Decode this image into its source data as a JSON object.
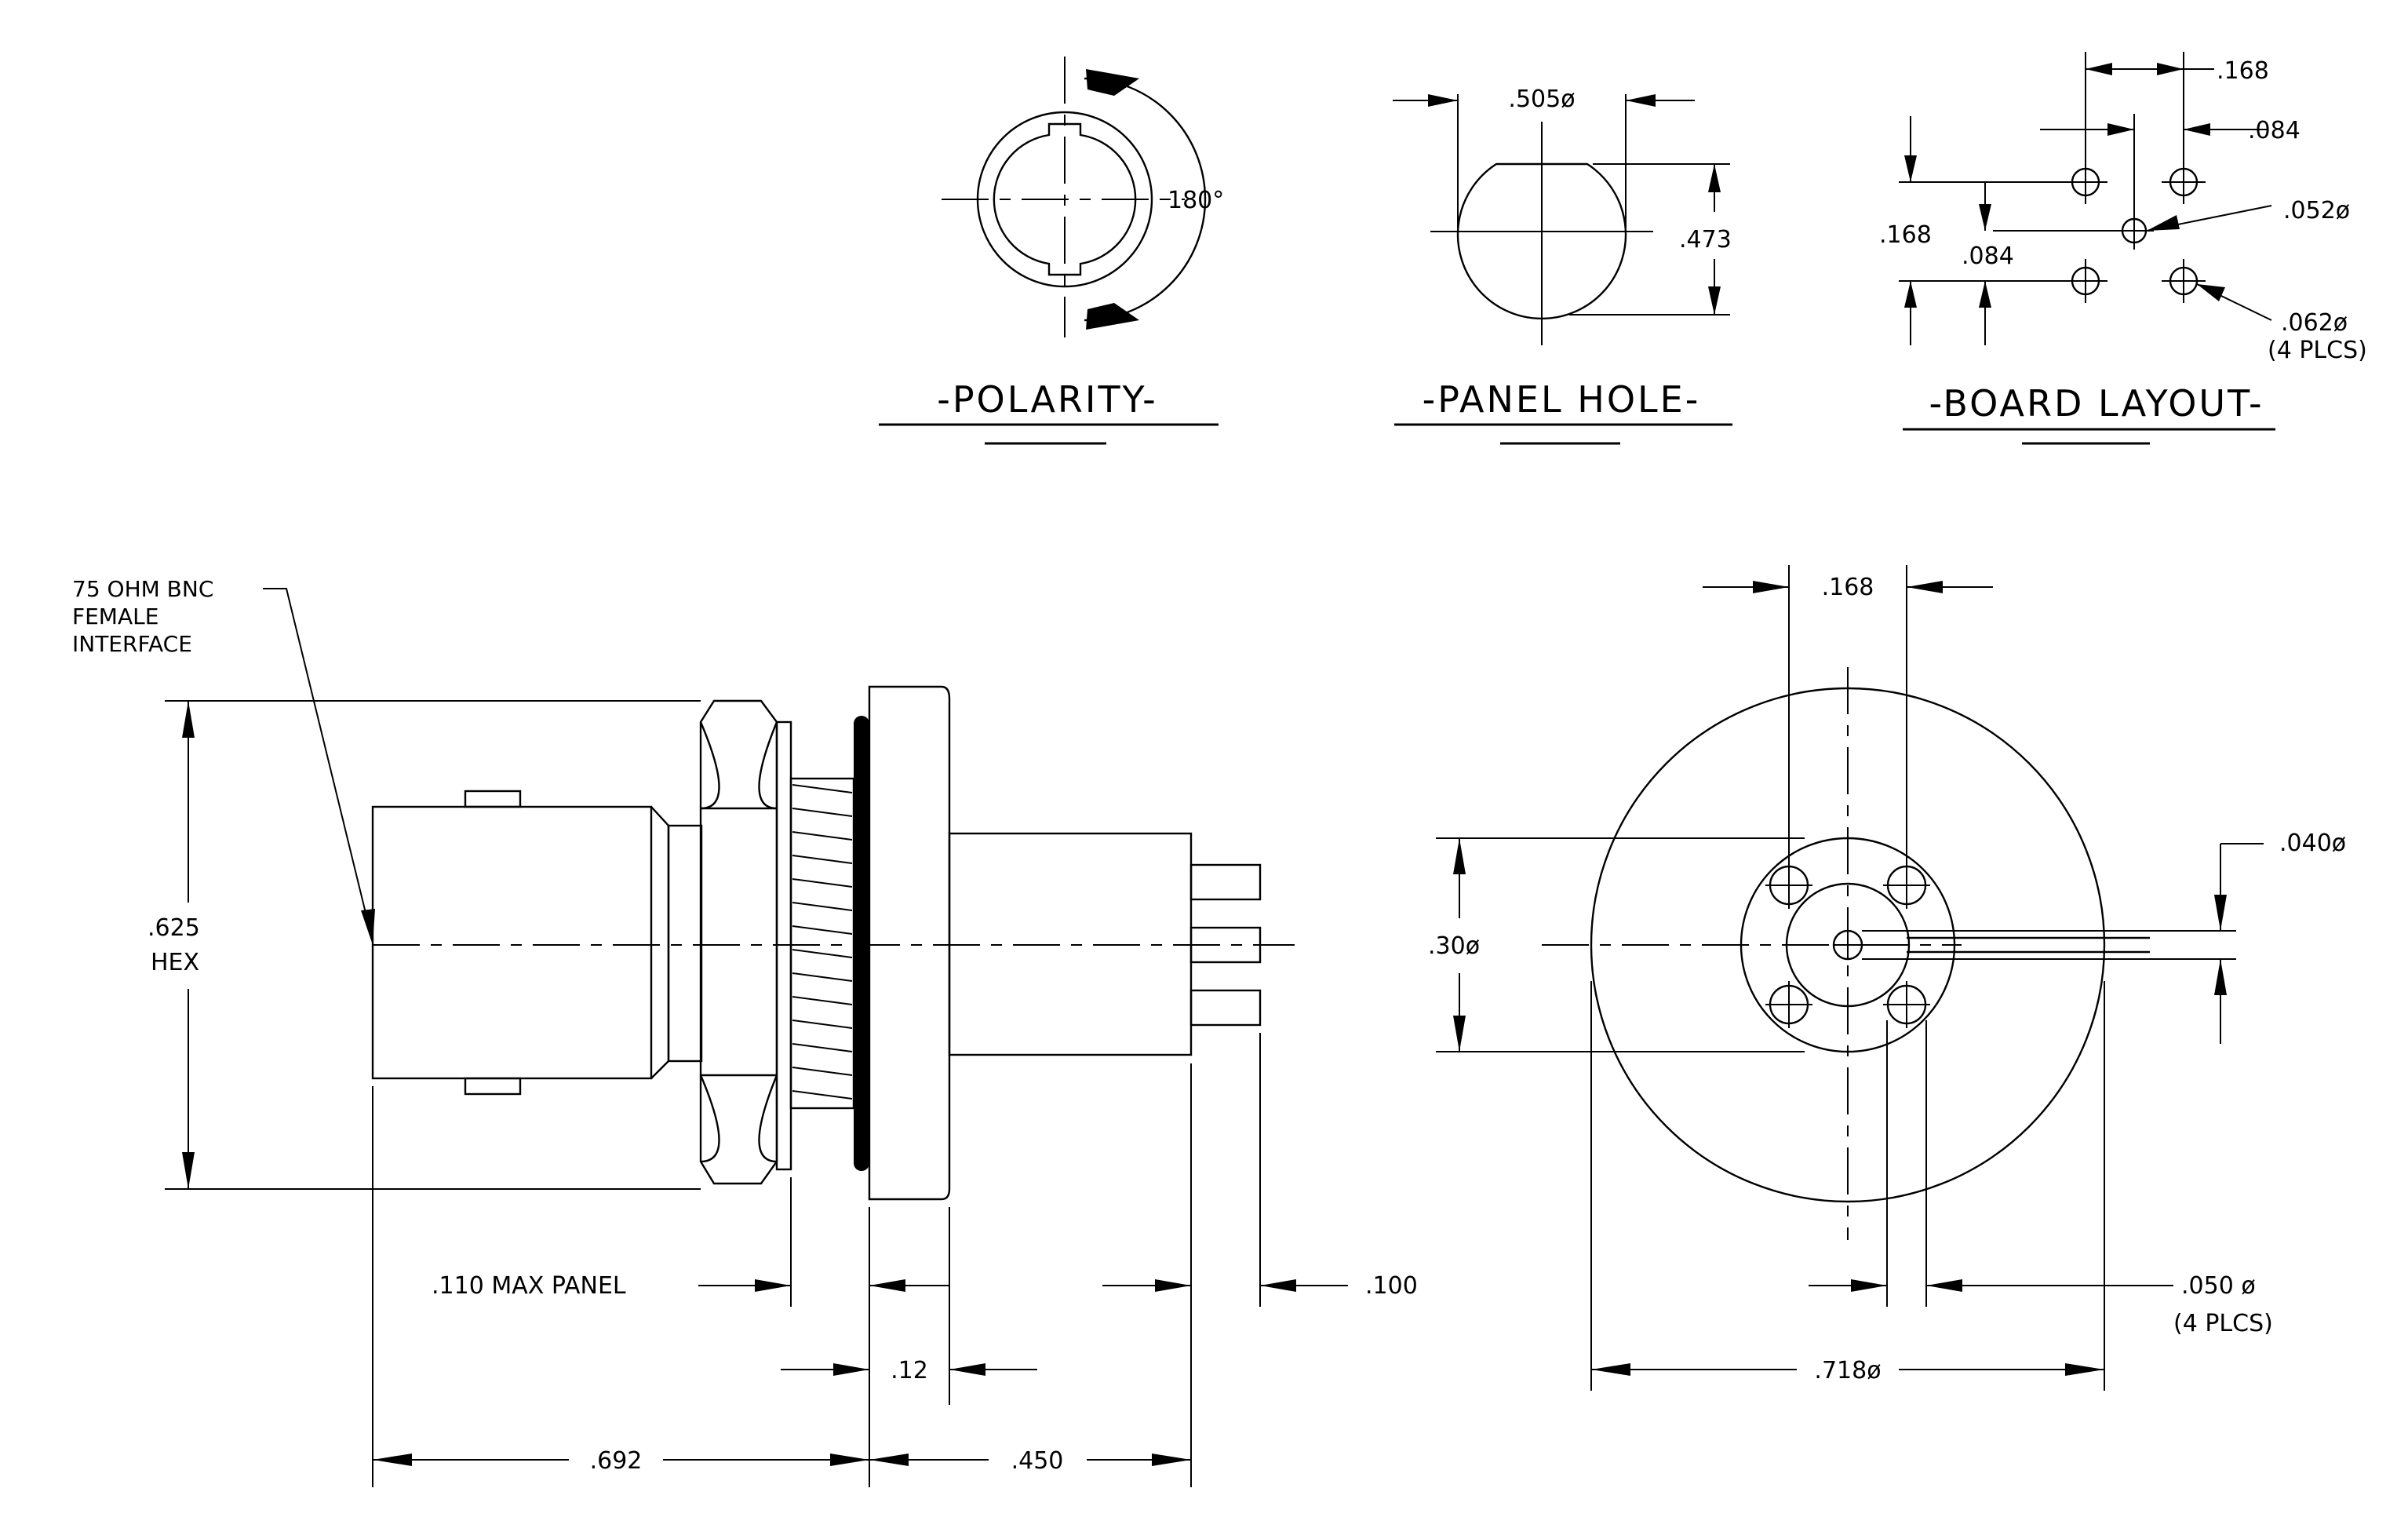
{
  "views": {
    "polarity": {
      "title": "-POLARITY-",
      "angle": "180°"
    },
    "panel_hole": {
      "title": "-PANEL HOLE-",
      "diameter": ".505ø",
      "flat": ".473"
    },
    "board_layout": {
      "title": "-BOARD LAYOUT-",
      "dims": {
        "top_spacing": ".168",
        "top_offset": ".084",
        "side_spacing": ".168",
        "side_offset": ".084",
        "center_hole": ".052ø",
        "outer_holes": ".062ø",
        "outer_holes_qty": "(4 PLCS)"
      }
    },
    "side_view": {
      "callout": [
        "75 OHM BNC",
        "FEMALE",
        "INTERFACE"
      ],
      "hex_value": ".625",
      "hex_label": "HEX",
      "panel_note": ".110 MAX PANEL",
      "dim_flange": ".12",
      "dim_pin": ".100",
      "dim_front": ".692",
      "dim_rear": ".450"
    },
    "end_view": {
      "pin_spacing": ".168",
      "body_dia": ".30ø",
      "pin_dia": ".040ø",
      "pin_hole": ".050 ø",
      "pin_hole_qty": "(4 PLCS)",
      "flange_dia": ".718ø"
    }
  }
}
